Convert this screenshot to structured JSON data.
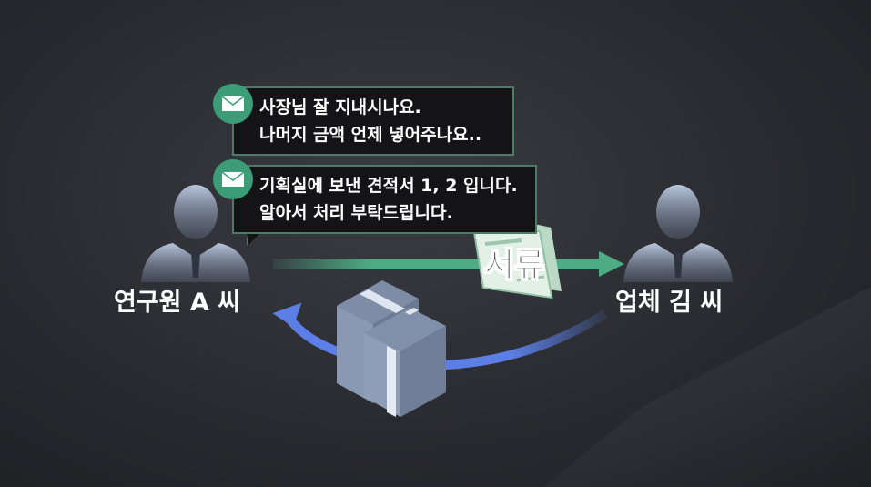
{
  "messages": [
    {
      "icon": "envelope-icon",
      "lines": [
        "사장님 잘 지내시나요.",
        "나머지 금액 언제 넣어주나요.."
      ]
    },
    {
      "icon": "envelope-icon",
      "lines": [
        "기획실에 보낸 견적서 1, 2 입니다.",
        "알아서 처리 부탁드립니다."
      ]
    }
  ],
  "document_label": "서류",
  "persons": {
    "left": "연구원 A 씨",
    "right": "업체 김 씨"
  },
  "colors": {
    "doc_arrow": "#4eab84",
    "money_arrow": "#5b7fe6",
    "bubble_border": "#4f7a66"
  }
}
